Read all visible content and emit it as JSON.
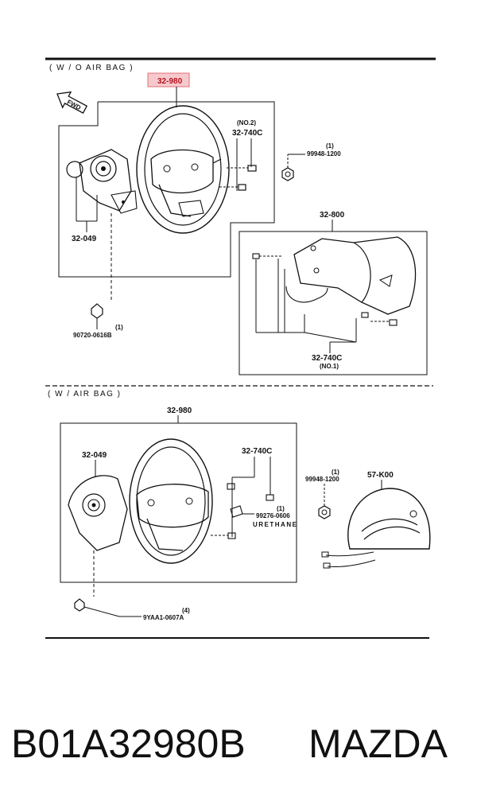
{
  "diagram": {
    "section_wo_airbag": "( W / O  AIR  BAG )",
    "section_w_airbag": "( W / AIR  BAG )",
    "fwd_label": "FWD",
    "colors": {
      "highlight_fill": "#f6c9cc",
      "highlight_stroke": "#e0707a",
      "highlight_text": "#b3141e"
    },
    "top": {
      "highlight_part": "32-980",
      "part_32_049": "32-049",
      "part_32_740c": "32-740C",
      "no2": "(NO.2)",
      "part_99948": "99948-1200",
      "qty_99948": "(1)",
      "part_32_800": "32-800",
      "part_32_740c_b": "32-740C",
      "no1": "(NO.1)",
      "part_90720": "90720-0616B",
      "qty_90720": "(1)"
    },
    "bottom": {
      "part_32_980": "32-980",
      "part_32_049": "32-049",
      "part_32_740c": "32-740C",
      "part_99948": "99948-1200",
      "qty_99948": "(1)",
      "part_57k00": "57-K00",
      "part_99276": "99276-0606",
      "qty_99276": "(1)",
      "urethane": "URETHANE",
      "part_9yaa1": "9YAA1-0607A",
      "qty_9yaa1": "(4)"
    }
  },
  "caption": {
    "part_number": "B01A32980B",
    "brand": "MAZDA"
  }
}
